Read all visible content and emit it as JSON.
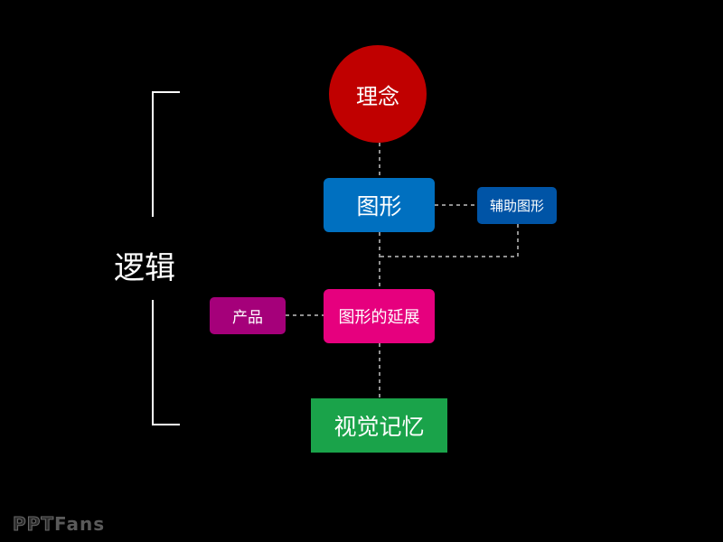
{
  "nodes": {
    "concept": {
      "label": "理念",
      "color": "#c00000"
    },
    "graphic": {
      "label": "图形",
      "color": "#0070c0"
    },
    "aux_graphic": {
      "label": "辅助图形",
      "color": "#0054a6"
    },
    "extension": {
      "label": "图形的延展",
      "color": "#e6007e"
    },
    "product": {
      "label": "产品",
      "color": "#a5007a"
    },
    "memory": {
      "label": "视觉记忆",
      "color": "#1aa34a"
    }
  },
  "logic_label": "逻辑",
  "brand": {
    "prefix": "PPT",
    "suffix": "Fans"
  },
  "colors": {
    "background": "#000000",
    "connector": "#bfbfbf",
    "bracket": "#ffffff"
  }
}
